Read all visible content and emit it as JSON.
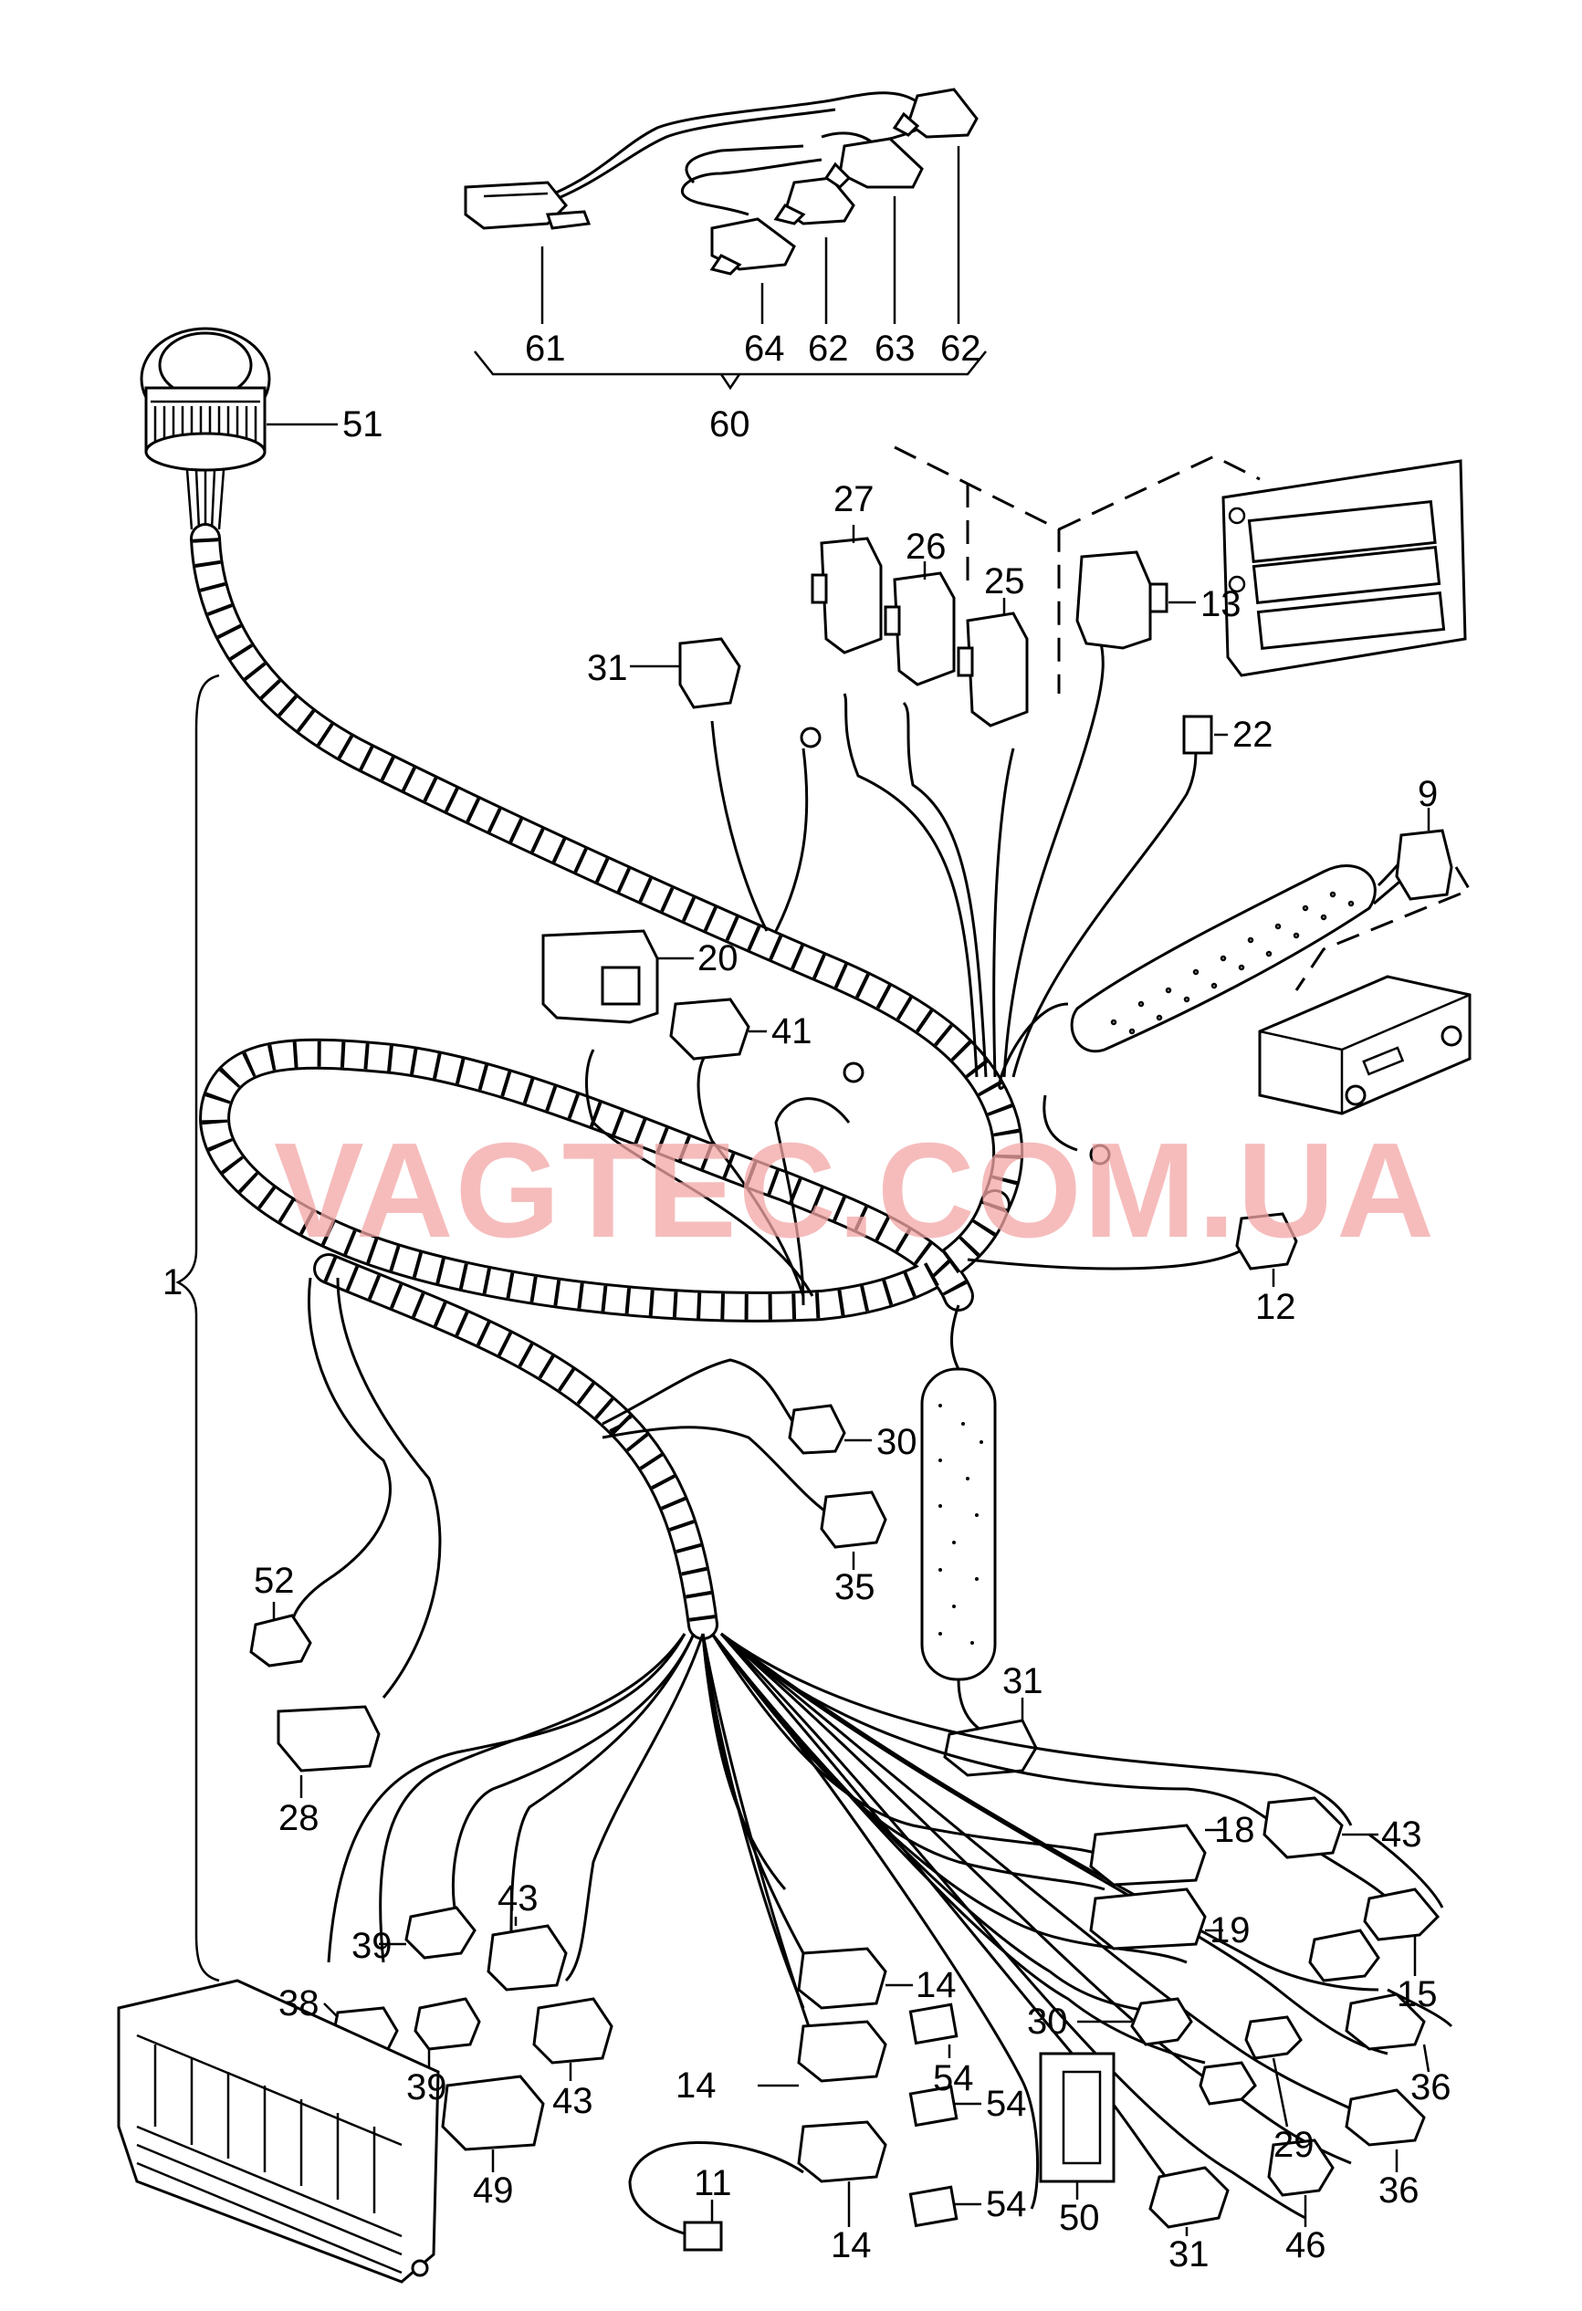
{
  "watermark": "VAGTEC.COM.UA",
  "labels": {
    "l61": "61",
    "l64": "64",
    "l62a": "62",
    "l63": "63",
    "l62b": "62",
    "l60": "60",
    "l51": "51",
    "l27": "27",
    "l26": "26",
    "l25": "25",
    "l13": "13",
    "l31a": "31",
    "l22": "22",
    "l9": "9",
    "l20": "20",
    "l41": "41",
    "l1": "1",
    "l12": "12",
    "l30a": "30",
    "l35": "35",
    "l52": "52",
    "l31b": "31",
    "l28": "28",
    "l18": "18",
    "l43a": "43",
    "l43b": "43",
    "l19": "19",
    "l15": "15",
    "l39a": "39",
    "l14a": "14",
    "l38": "38",
    "l30b": "30",
    "l36a": "36",
    "l54a": "54",
    "l39b": "39",
    "l43c": "43",
    "l14b": "14",
    "l54b": "54",
    "l29": "29",
    "l50": "50",
    "l36b": "36",
    "l49": "49",
    "l11": "11",
    "l14c": "14",
    "l54c": "54",
    "l31c": "31",
    "l46": "46"
  }
}
